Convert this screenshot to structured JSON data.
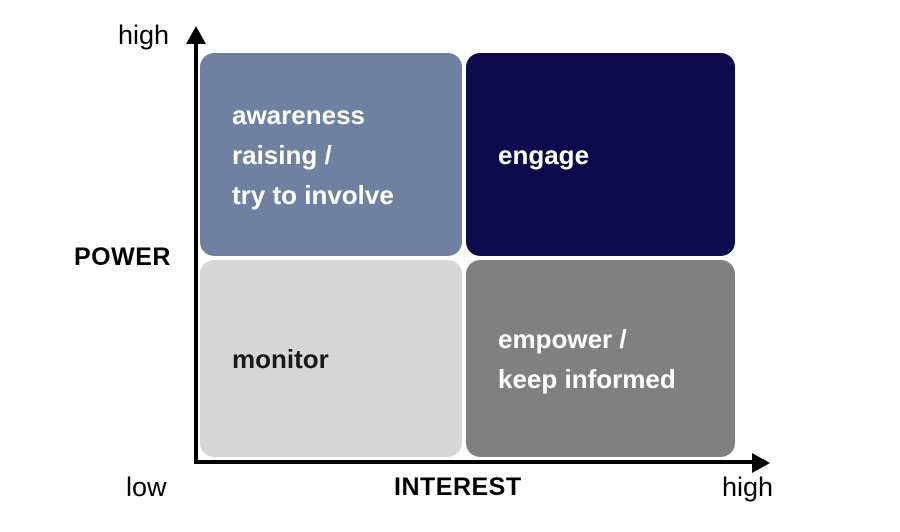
{
  "chart_data": {
    "type": "table",
    "title": "",
    "xlabel": "INTEREST",
    "ylabel": "POWER",
    "x_axis": {
      "title": "INTEREST",
      "low_label": "low",
      "high_label": "high"
    },
    "y_axis": {
      "title": "POWER",
      "high_label": "high"
    },
    "quadrants": [
      {
        "id": "high-power-low-interest",
        "label": "awareness\nraising /\ntry to involve",
        "power": "high",
        "interest": "low",
        "fill": "#6F80A0",
        "text_color": "#FFFFFF"
      },
      {
        "id": "high-power-high-interest",
        "label": "engage",
        "power": "high",
        "interest": "high",
        "fill": "#0E0A4E",
        "text_color": "#FFFFFF"
      },
      {
        "id": "low-power-low-interest",
        "label": "monitor",
        "power": "low",
        "interest": "low",
        "fill": "#D6D6D6",
        "text_color": "#1A1A1A"
      },
      {
        "id": "low-power-high-interest",
        "label": "empower /\nkeep informed",
        "power": "low",
        "interest": "high",
        "fill": "#808080",
        "text_color": "#FFFFFF"
      }
    ]
  },
  "colors": {
    "axis": "#000000",
    "background": "#FFFFFF",
    "slate_blue": "#6F80A0",
    "navy": "#0E0A4E",
    "light_gray": "#D6D6D6",
    "mid_gray": "#808080"
  }
}
